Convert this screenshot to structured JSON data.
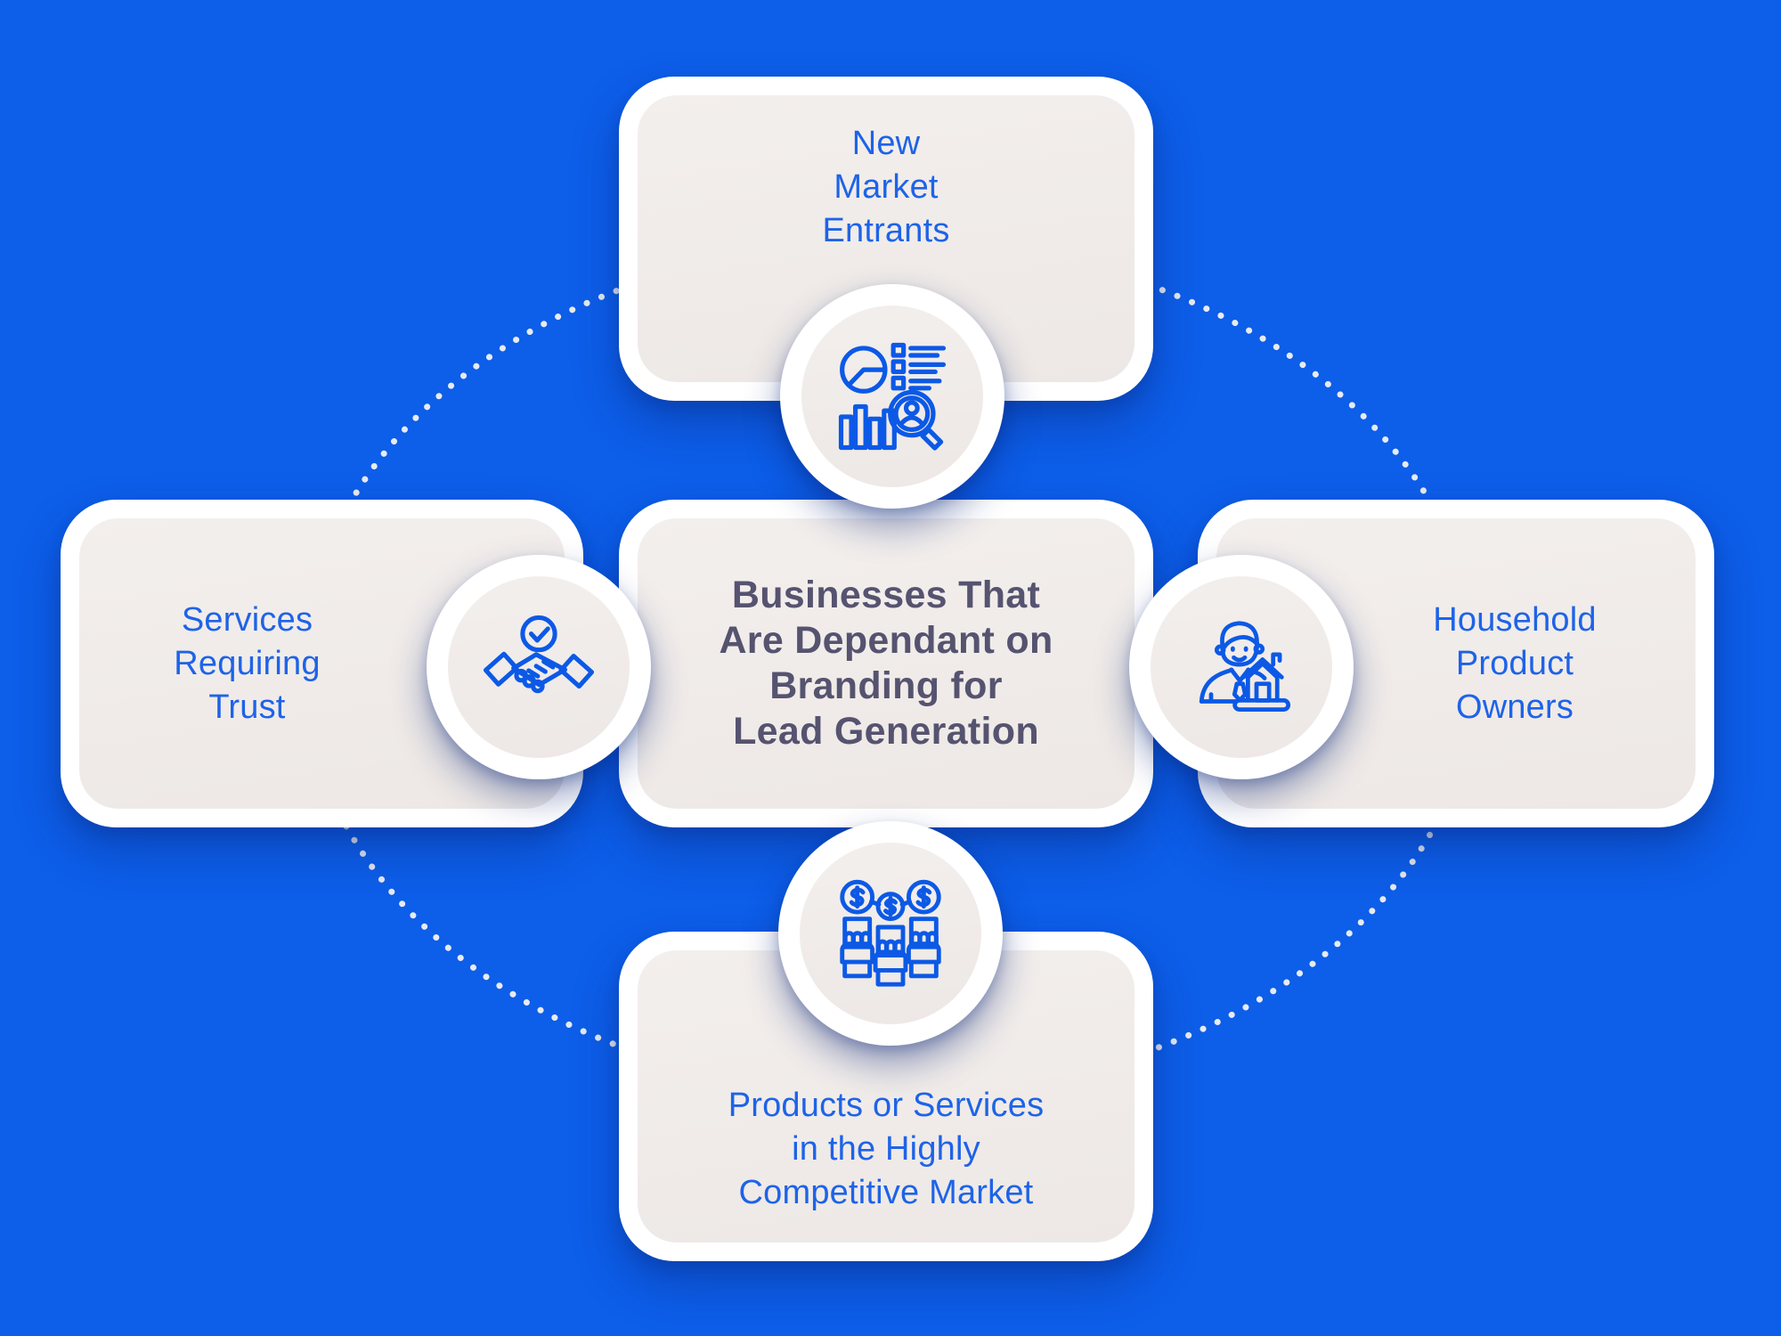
{
  "colors": {
    "bg": "#0D5EE9",
    "card-fill-a": "#F3EFED",
    "card-fill-b": "#EDE8E5",
    "white": "#FFFFFF",
    "blue": "#1E63E8",
    "icon-blue": "#0C59E6",
    "title": "#565370",
    "dots": "#F4F2F0"
  },
  "center": {
    "title": "Businesses That\nAre Dependant on\nBranding for\nLead Generation"
  },
  "cards": {
    "top": {
      "label": "New\nMarket\nEntrants",
      "icon": "market-research-icon"
    },
    "left": {
      "label": "Services\nRequiring\nTrust",
      "icon": "handshake-trust-icon"
    },
    "right": {
      "label": "Household\nProduct\nOwners",
      "icon": "person-house-icon"
    },
    "bottom": {
      "label": "Products or Services\nin the Highly\nCompetitive Market",
      "icon": "hands-raising-money-icon"
    }
  },
  "orbit": {
    "style": "dotted-ellipse",
    "dot_color": "#F4F2F0"
  }
}
